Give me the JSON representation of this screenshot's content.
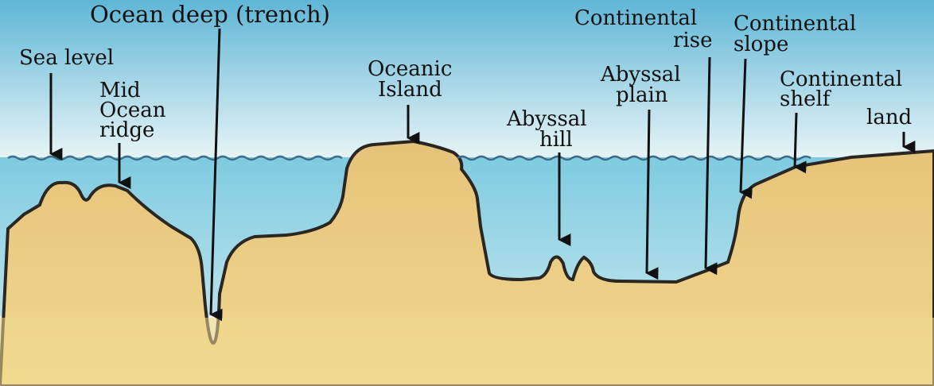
{
  "labels": {
    "sea_level": "Sea level",
    "mid_ocean_ridge": [
      "Mid",
      "Ocean",
      "ridge"
    ],
    "ocean_deep": "Ocean deep (trench)",
    "oceanic_island": [
      "Oceanic",
      "Island"
    ],
    "abyssal_hill": [
      "Abyssal",
      "hill"
    ],
    "abyssal_plain": [
      "Abyssal",
      "plain"
    ],
    "continental_rise": [
      "Continental",
      "rise"
    ],
    "continental_slope": [
      "Continental",
      "slope"
    ],
    "continental_shelf": [
      "Continental",
      "shelf"
    ],
    "land": "land"
  },
  "colors": {
    "sky_top": "#5fb6d6",
    "sky_bottom": "#e8f4f6",
    "water_top": "#7fcbe0",
    "water_bottom": "#b9e2ec",
    "ground_top": "#e6c27a",
    "ground_bottom": "#f1d890",
    "outline": "#2a2622",
    "wave": "#3a6d8a"
  }
}
